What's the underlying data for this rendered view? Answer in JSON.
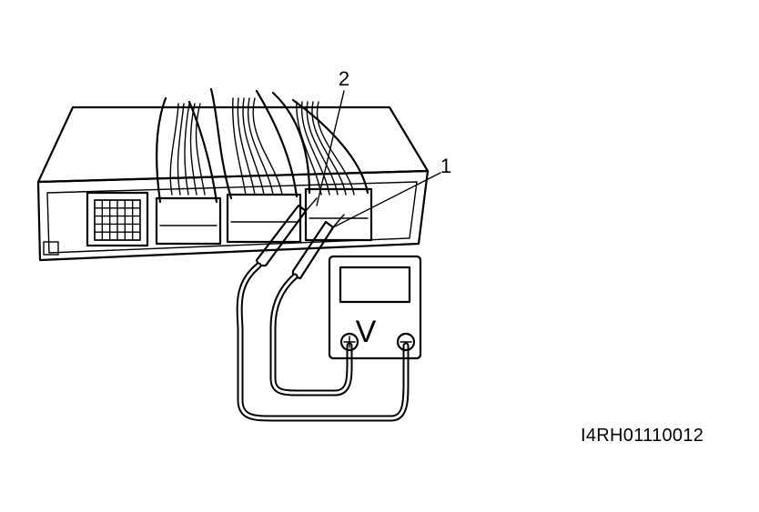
{
  "figure": {
    "figure_id": "I4RH01110012",
    "callouts": [
      {
        "number": "1"
      },
      {
        "number": "2"
      }
    ],
    "meter": {
      "unit_label": "V",
      "positive_icon": "plus-terminal-icon",
      "negative_icon": "minus-terminal-icon"
    },
    "colors": {
      "ink": "#000000",
      "paper": "#ffffff"
    }
  }
}
